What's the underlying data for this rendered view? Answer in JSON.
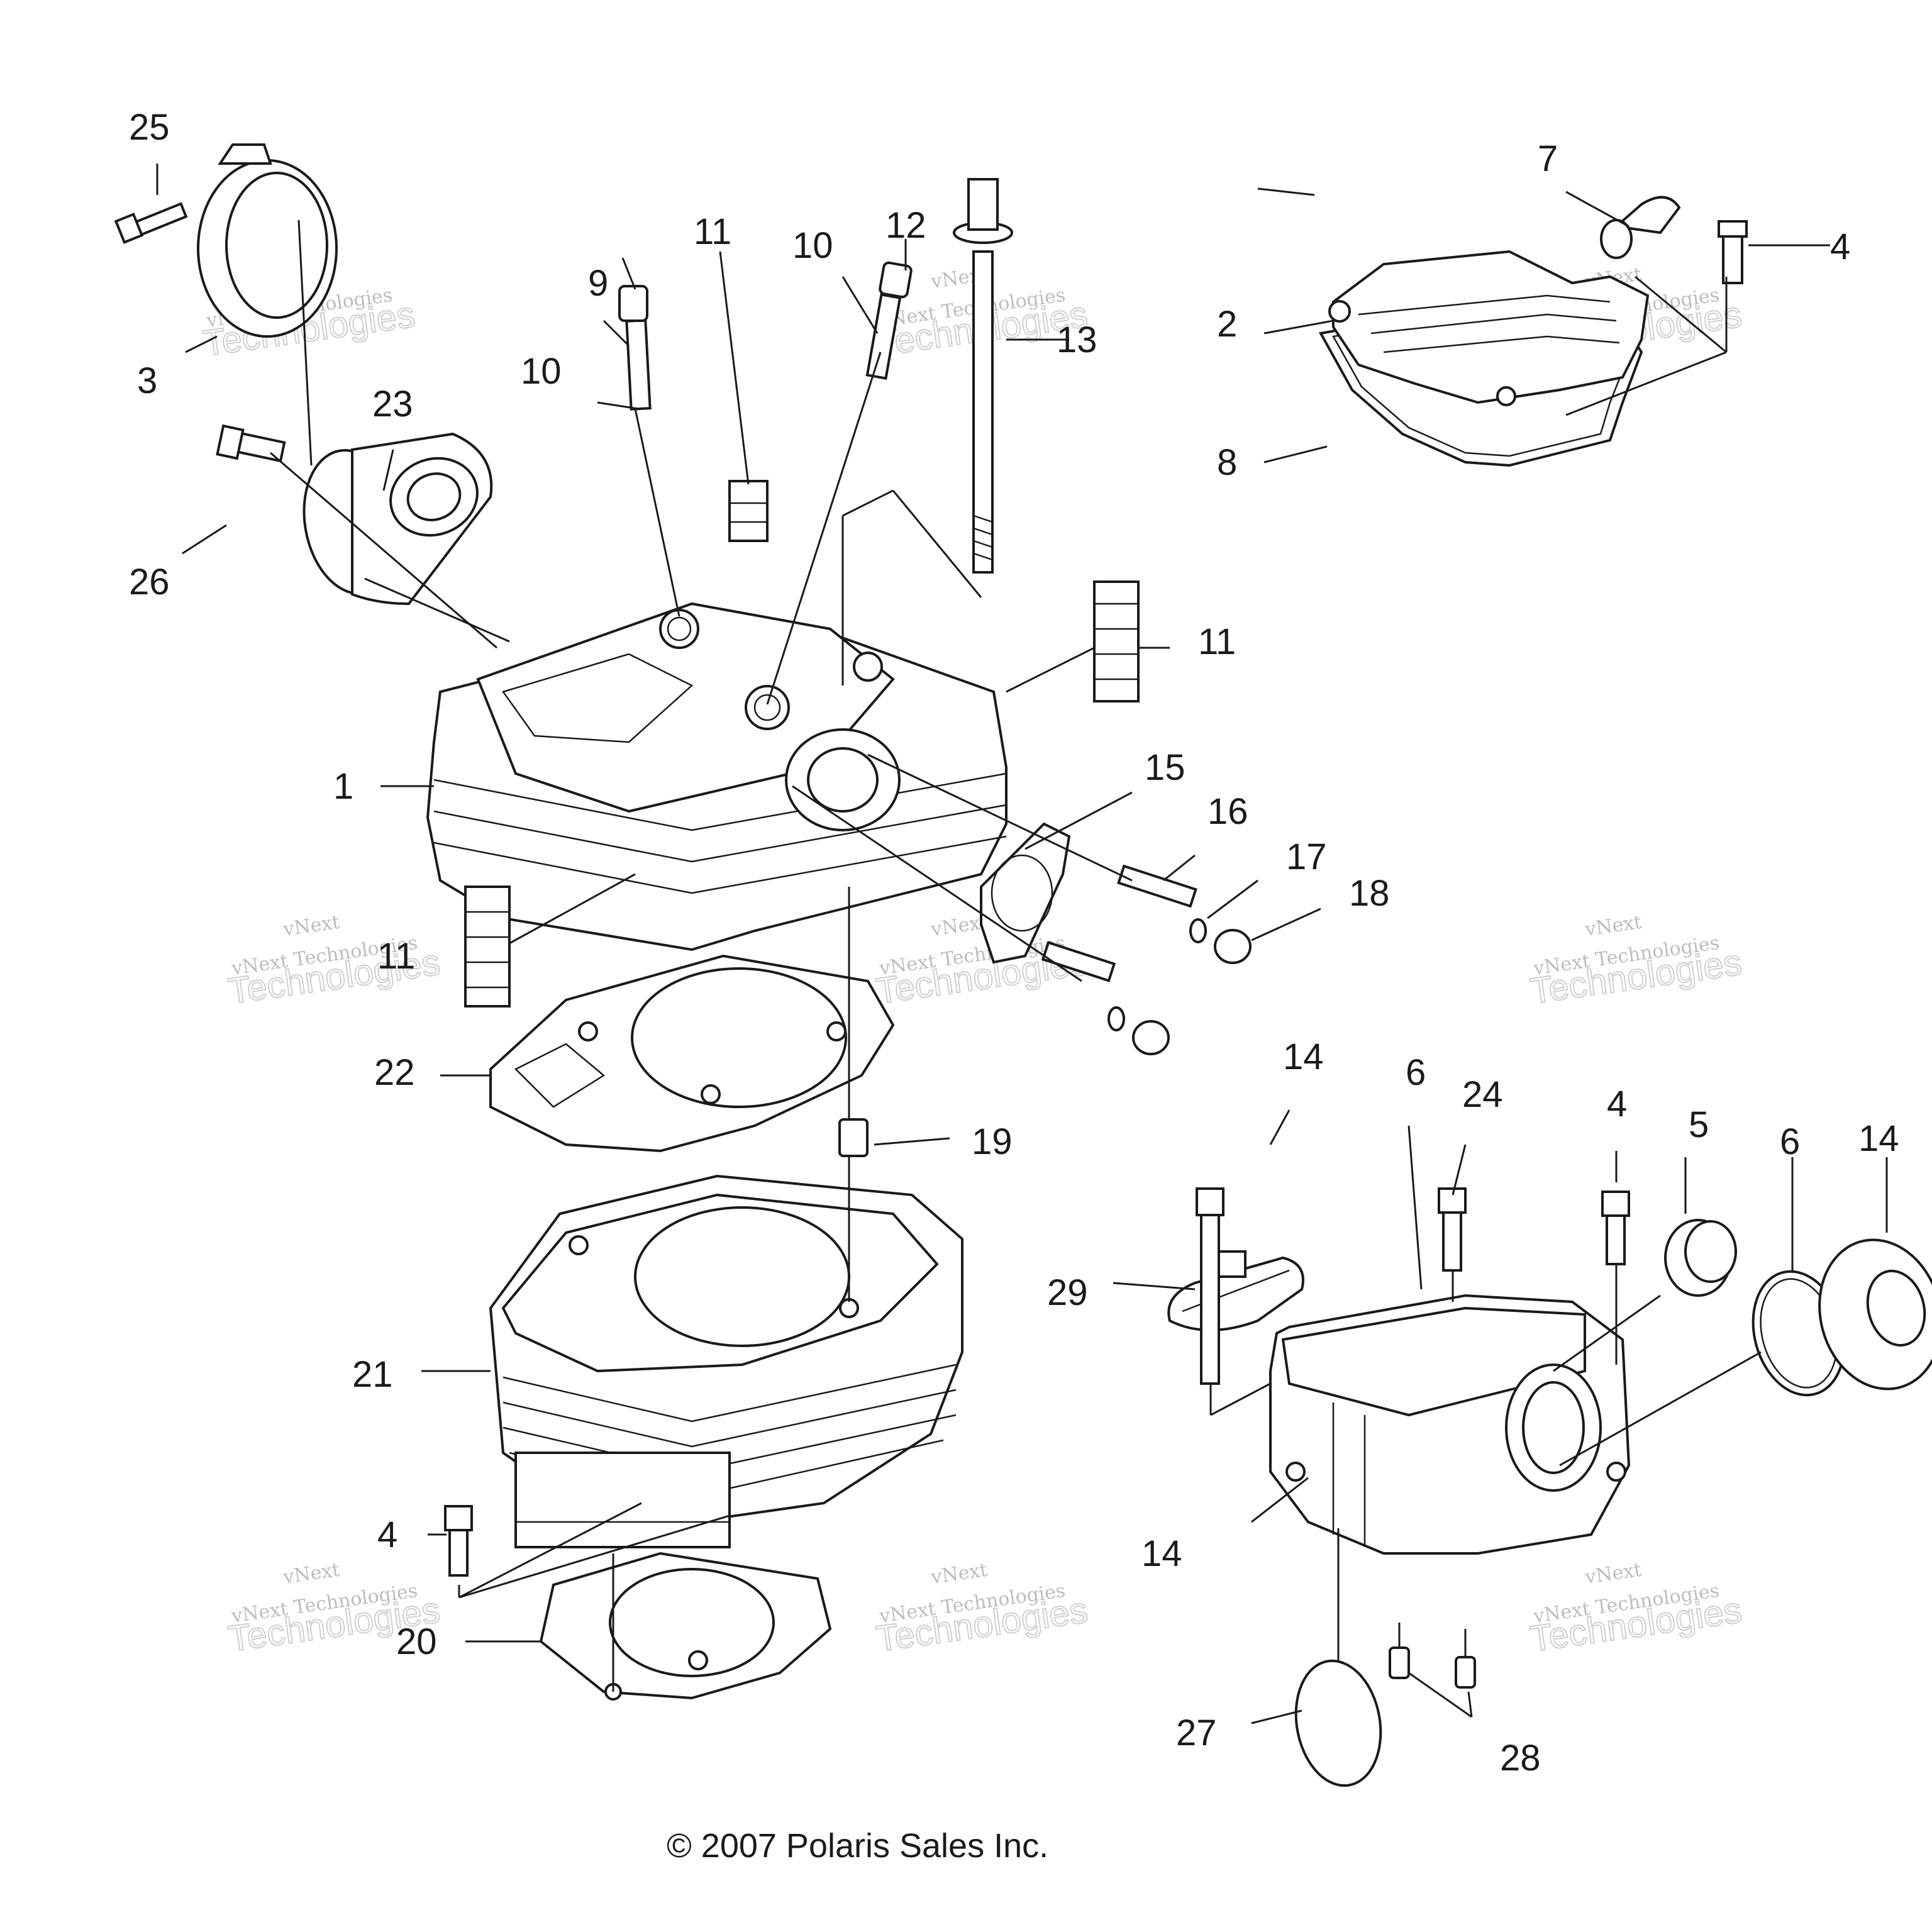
{
  "labels": {
    "l25": "25",
    "l3": "3",
    "l23": "23",
    "l26": "26",
    "l9": "9",
    "l10a": "10",
    "l11a": "11",
    "l10b": "10",
    "l12": "12",
    "l13": "13",
    "l7": "7",
    "l4a": "4",
    "l2": "2",
    "l8": "8",
    "l11b": "11",
    "l1": "1",
    "l15": "15",
    "l16": "16",
    "l17": "17",
    "l18": "18",
    "l11c": "11",
    "l22": "22",
    "l19": "19",
    "l21": "21",
    "l4b": "4",
    "l20": "20",
    "l14a": "14",
    "l6a": "6",
    "l24": "24",
    "l4c": "4",
    "l5": "5",
    "l6b": "6",
    "l14b": "14",
    "l29": "29",
    "l14c": "14",
    "l27": "27",
    "l28": "28"
  },
  "watermark": {
    "line1": "vNext",
    "line2": "vNext Technologies",
    "line3": "Technologies"
  },
  "copyright": "© 2007 Polaris Sales Inc."
}
